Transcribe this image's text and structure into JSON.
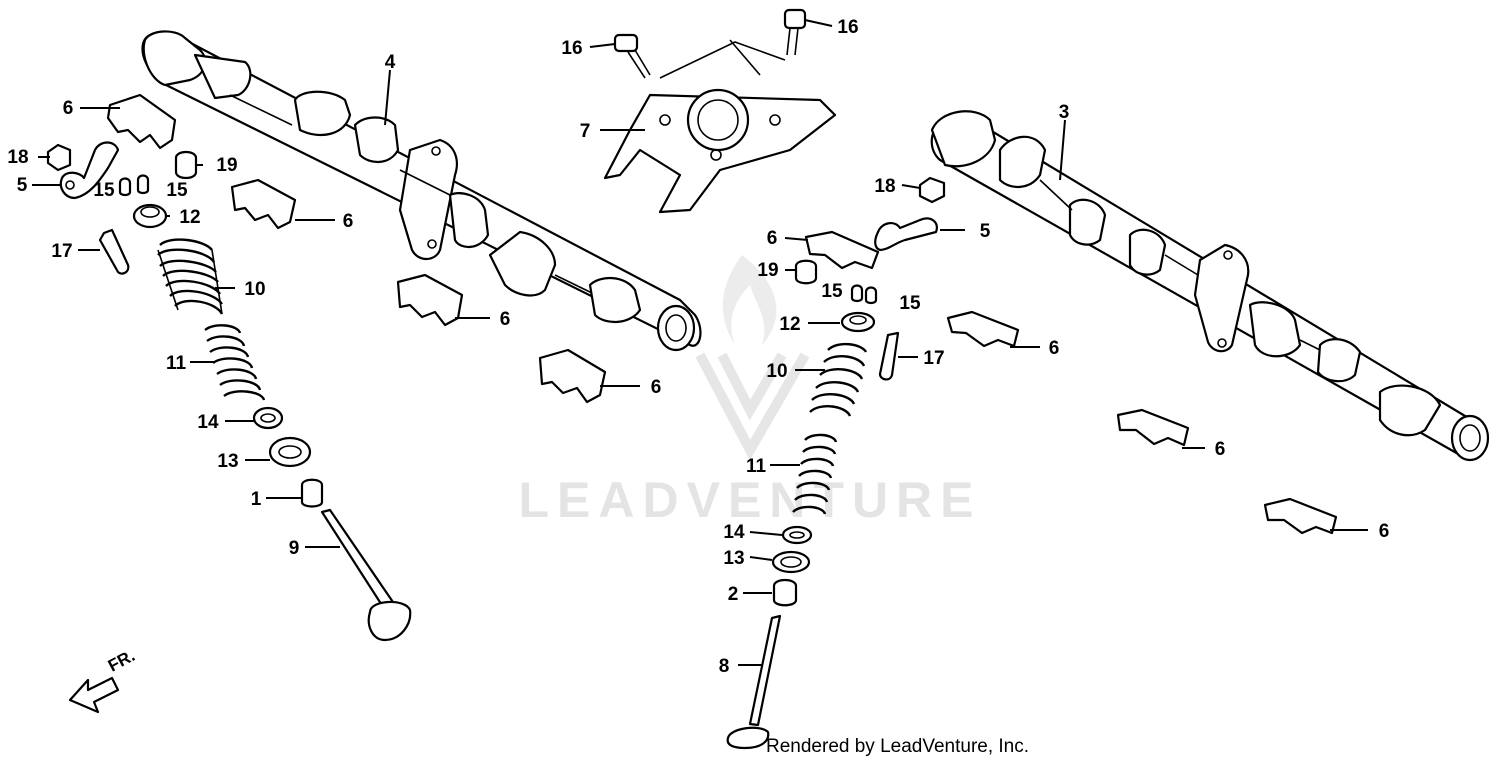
{
  "diagram": {
    "watermark": "LEADVENTURE",
    "footer": "Rendered by LeadVenture, Inc.",
    "direction_label": "FR.",
    "colors": {
      "line": "#000000",
      "background": "#ffffff",
      "watermark": "#e4e4e4"
    },
    "callouts": [
      {
        "id": "c4",
        "text": "4"
      },
      {
        "id": "c6a",
        "text": "6"
      },
      {
        "id": "c18a",
        "text": "18"
      },
      {
        "id": "c5a",
        "text": "5"
      },
      {
        "id": "c15a",
        "text": "15"
      },
      {
        "id": "c15b",
        "text": "15"
      },
      {
        "id": "c19a",
        "text": "19"
      },
      {
        "id": "c12a",
        "text": "12"
      },
      {
        "id": "c6b",
        "text": "6"
      },
      {
        "id": "c17a",
        "text": "17"
      },
      {
        "id": "c10a",
        "text": "10"
      },
      {
        "id": "c6c",
        "text": "6"
      },
      {
        "id": "c11a",
        "text": "11"
      },
      {
        "id": "c6d",
        "text": "6"
      },
      {
        "id": "c14a",
        "text": "14"
      },
      {
        "id": "c13a",
        "text": "13"
      },
      {
        "id": "c1",
        "text": "1"
      },
      {
        "id": "c9",
        "text": "9"
      },
      {
        "id": "c16a",
        "text": "16"
      },
      {
        "id": "c16b",
        "text": "16"
      },
      {
        "id": "c7",
        "text": "7"
      },
      {
        "id": "c3",
        "text": "3"
      },
      {
        "id": "c18b",
        "text": "18"
      },
      {
        "id": "c5b",
        "text": "5"
      },
      {
        "id": "c6e",
        "text": "6"
      },
      {
        "id": "c19b",
        "text": "19"
      },
      {
        "id": "c15c",
        "text": "15"
      },
      {
        "id": "c15d",
        "text": "15"
      },
      {
        "id": "c12b",
        "text": "12"
      },
      {
        "id": "c6f",
        "text": "6"
      },
      {
        "id": "c17b",
        "text": "17"
      },
      {
        "id": "c10b",
        "text": "10"
      },
      {
        "id": "c6g",
        "text": "6"
      },
      {
        "id": "c11b",
        "text": "11"
      },
      {
        "id": "c14b",
        "text": "14"
      },
      {
        "id": "c13b",
        "text": "13"
      },
      {
        "id": "c6h",
        "text": "6"
      },
      {
        "id": "c2",
        "text": "2"
      },
      {
        "id": "c8",
        "text": "8"
      }
    ]
  }
}
